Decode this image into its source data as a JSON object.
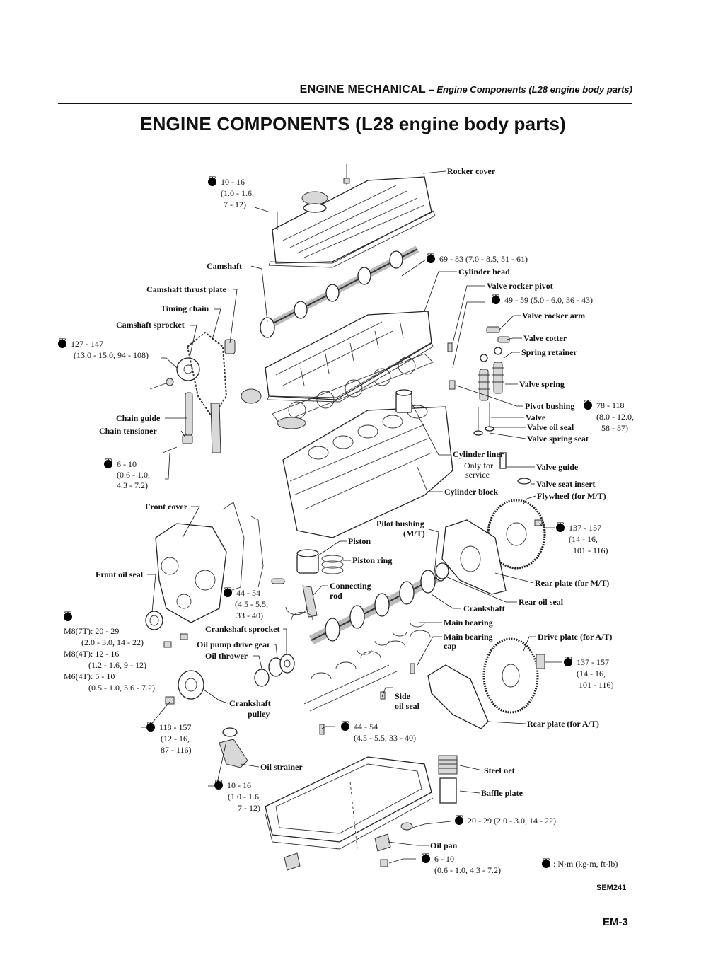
{
  "header": {
    "section": "ENGINE MECHANICAL",
    "subsection": "– Engine Components (L28 engine body parts)"
  },
  "title": "ENGINE COMPONENTS (L28 engine body parts)",
  "icons": {
    "torque_symbol": "T-in-circle torque-icon"
  },
  "labels": {
    "rocker_cover": "Rocker cover",
    "camshaft": "Camshaft",
    "camshaft_thrust_plate": "Camshaft thrust plate",
    "timing_chain": "Timing chain",
    "camshaft_sprocket": "Camshaft sprocket",
    "chain_guide": "Chain guide",
    "chain_tensioner": "Chain tensioner",
    "front_cover": "Front cover",
    "front_oil_seal": "Front oil seal",
    "cylinder_head": "Cylinder head",
    "valve_rocker_pivot": "Valve rocker pivot",
    "valve_rocker_arm": "Valve rocker arm",
    "valve_cotter": "Valve cotter",
    "spring_retainer": "Spring retainer",
    "valve_spring": "Valve spring",
    "pivot_bushing": "Pivot bushing",
    "valve": "Valve",
    "valve_oil_seal": "Valve oil seal",
    "valve_spring_seat": "Valve spring seat",
    "cylinder_liner": "Cylinder liner",
    "only_for": "Only for",
    "service": "service",
    "valve_guide": "Valve guide",
    "valve_seat_insert": "Valve seat insert",
    "cylinder_block": "Cylinder block",
    "flywheel": "Flywheel (for M/T)",
    "pilot_bushing": "Pilot bushing",
    "pilot_bushing_mt": "(M/T)",
    "piston": "Piston",
    "piston_ring": "Piston ring",
    "connecting_rod_1": "Connecting",
    "connecting_rod_2": "rod",
    "rear_plate_mt": "Rear plate (for M/T)",
    "rear_oil_seal": "Rear oil seal",
    "crankshaft": "Crankshaft",
    "main_bearing": "Main bearing",
    "main_bearing_cap_1": "Main bearing",
    "main_bearing_cap_2": "cap",
    "crankshaft_sprocket": "Crankshaft sprocket",
    "oil_pump_drive_gear": "Oil pump drive gear",
    "oil_thrower": "Oil thrower",
    "crankshaft_pulley_1": "Crankshaft",
    "crankshaft_pulley_2": "pulley",
    "side_oil_seal_1": "Side",
    "side_oil_seal_2": "oil seal",
    "drive_plate": "Drive plate (for A/T)",
    "rear_plate_at": "Rear plate (for A/T)",
    "oil_strainer": "Oil strainer",
    "steel_net": "Steel net",
    "baffle_plate": "Baffle plate",
    "oil_pan": "Oil pan"
  },
  "torques": {
    "rocker_cover": [
      "10 - 16",
      "(1.0 - 1.6,",
      "7 - 12)"
    ],
    "cylinder_head": "69 - 83 (7.0 - 8.5, 51 - 61)",
    "valve_rocker_pivot": "49 - 59 (5.0 - 6.0, 36 - 43)",
    "camshaft_sprocket": [
      "127 - 147",
      "(13.0 - 15.0, 94 - 108)"
    ],
    "pivot_bushing": [
      "78 - 118",
      "(8.0 - 12.0,",
      "58 - 87)"
    ],
    "chain_tensioner": [
      "6 - 10",
      "(0.6 - 1.0,",
      "4.3 - 7.2)"
    ],
    "flywheel": [
      "137 - 157",
      "(14 - 16,",
      "101 - 116)"
    ],
    "connecting_rod": [
      "44 - 54",
      "(4.5 - 5.5,",
      "33 - 40)"
    ],
    "front_cover_bolts": [
      "M8(7T):  20 - 29",
      "(2.0 - 3.0, 14 - 22)",
      "M8(4T):  12 - 16",
      "(1.2 - 1.6, 9 - 12)",
      "M6(4T):  5 - 10",
      "(0.5 - 1.0, 3.6 - 7.2)"
    ],
    "drive_plate": [
      "137 - 157",
      "(14 - 16,",
      "101 - 116)"
    ],
    "crankshaft_pulley": [
      "118 - 157",
      "(12 - 16,",
      "87 - 116)"
    ],
    "main_bearing_cap": [
      "44 - 54",
      "(4.5 - 5.5, 33 - 40)"
    ],
    "oil_strainer": [
      "10 - 16",
      "(1.0 - 1.6,",
      "7 - 12)"
    ],
    "oil_pan_plug": "20 - 29 (2.0 - 3.0, 14 - 22)",
    "oil_pan": [
      "6 - 10",
      "(0.6 - 1.0, 4.3 - 7.2)"
    ]
  },
  "legend": ":  N·m (kg-m, ft-lb)",
  "figure_code": "SEM241",
  "page_number": "EM-3"
}
